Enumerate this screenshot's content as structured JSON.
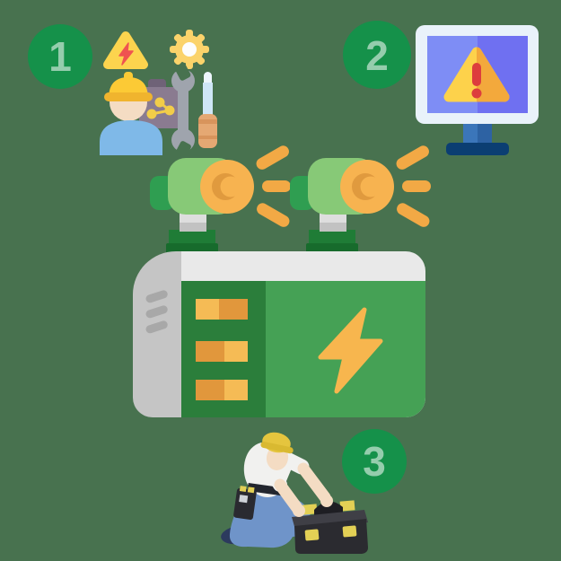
{
  "steps": [
    {
      "number": "1",
      "icon": "worker-hazard-tools-icon"
    },
    {
      "number": "2",
      "icon": "monitor-warning-icon"
    },
    {
      "number": "3",
      "icon": "technician-toolbox-icon"
    }
  ],
  "center_illustration": {
    "icons": [
      "spotlight-left-icon",
      "spotlight-right-icon",
      "battery-generator-icon",
      "lightning-bolt-icon"
    ]
  },
  "colors": {
    "bg": "#48724f",
    "badge": "#15914a",
    "badgeText": "rgba(255,255,255,0.55)",
    "triYellow": "#fcd44e",
    "warnRed": "#ef5350",
    "gearYellow": "#fbd36b",
    "gearCenter": "#fdfdfd",
    "hatYellow": "#fcca35",
    "hatBrim": "#f0b42e",
    "skin": "#f4dcc3",
    "workerBlue": "#7fb9e8",
    "boxMauve": "#8a7b90",
    "boxMauveDark": "#6f6277",
    "moleculeYellow": "#f2cd49",
    "metal": "#9fa4ad",
    "sdTip": "#edf6fd",
    "sdShaft": "#cfe6f7",
    "sdHandle": "#e5a873",
    "sdHandleDark": "#d8945c",
    "monFrame": "#e9f2fa",
    "screenL": "#7e8df5",
    "screenR": "#6f70f1",
    "triL": "#fdd24b",
    "triR": "#f3a93c",
    "exclRed": "#dd3d3d",
    "standBlue": "#3b76ba",
    "standBlueDark": "#2d62a3",
    "standBase": "#0b3e72",
    "lampBody": "#87c977",
    "lampKnob": "#2f9e51",
    "lens": "#f7b350",
    "lensInner": "#e09a3e",
    "neck": "#dedede",
    "neckDark": "#c2c2c2",
    "pedestal": "#1f7c36",
    "pedestalDark": "#176b2c",
    "ray": "#f2a945",
    "batTop": "#e9e9e9",
    "batSide": "#c5c5c5",
    "batDark": "#2b7e3b",
    "batLight": "#45a155",
    "barLight": "#f5bb55",
    "barDark": "#e1973c",
    "bolt": "#f7b64e",
    "dashGray": "#a8a8a8",
    "hat3": "#e5c53e",
    "hat3Brim": "#d9b931",
    "shirt": "#f1f1ef",
    "jeans": "#6f94c9",
    "shoe": "#2c3a5e",
    "beltDark": "#23262e",
    "pouch": "#2a2a30",
    "pouchChip": "#cfd3d8",
    "boxDark": "#2b2b30",
    "boxMid": "#3f3f46",
    "boxLine": "#1e1e23",
    "boxYellow": "#e3d055"
  }
}
